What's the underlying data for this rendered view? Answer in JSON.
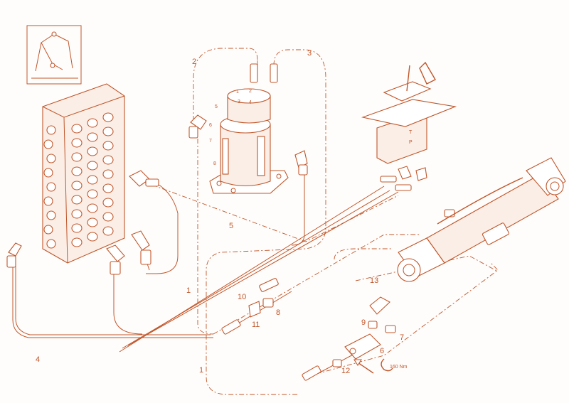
{
  "diagram": {
    "stroke_color": "#c0562a",
    "background_color": "#fffdfb",
    "callouts": [
      {
        "id": "c1a",
        "text": "1"
      },
      {
        "id": "c1b",
        "text": "1"
      },
      {
        "id": "c2",
        "text": "2"
      },
      {
        "id": "c3",
        "text": "3"
      },
      {
        "id": "c4",
        "text": "4"
      },
      {
        "id": "c5",
        "text": "5"
      },
      {
        "id": "c6",
        "text": "6"
      },
      {
        "id": "c7",
        "text": "7"
      },
      {
        "id": "c8",
        "text": "8"
      },
      {
        "id": "c9",
        "text": "9"
      },
      {
        "id": "c10",
        "text": "10"
      },
      {
        "id": "c11",
        "text": "11"
      },
      {
        "id": "c12",
        "text": "12"
      },
      {
        "id": "c13",
        "text": "13"
      }
    ],
    "swivel_port_labels": [
      "1",
      "2",
      "3",
      "4",
      "5",
      "6",
      "7",
      "8"
    ],
    "pilot_valve_labels": {
      "t": "T",
      "p": "P"
    },
    "torque_label": "160 Nm"
  }
}
